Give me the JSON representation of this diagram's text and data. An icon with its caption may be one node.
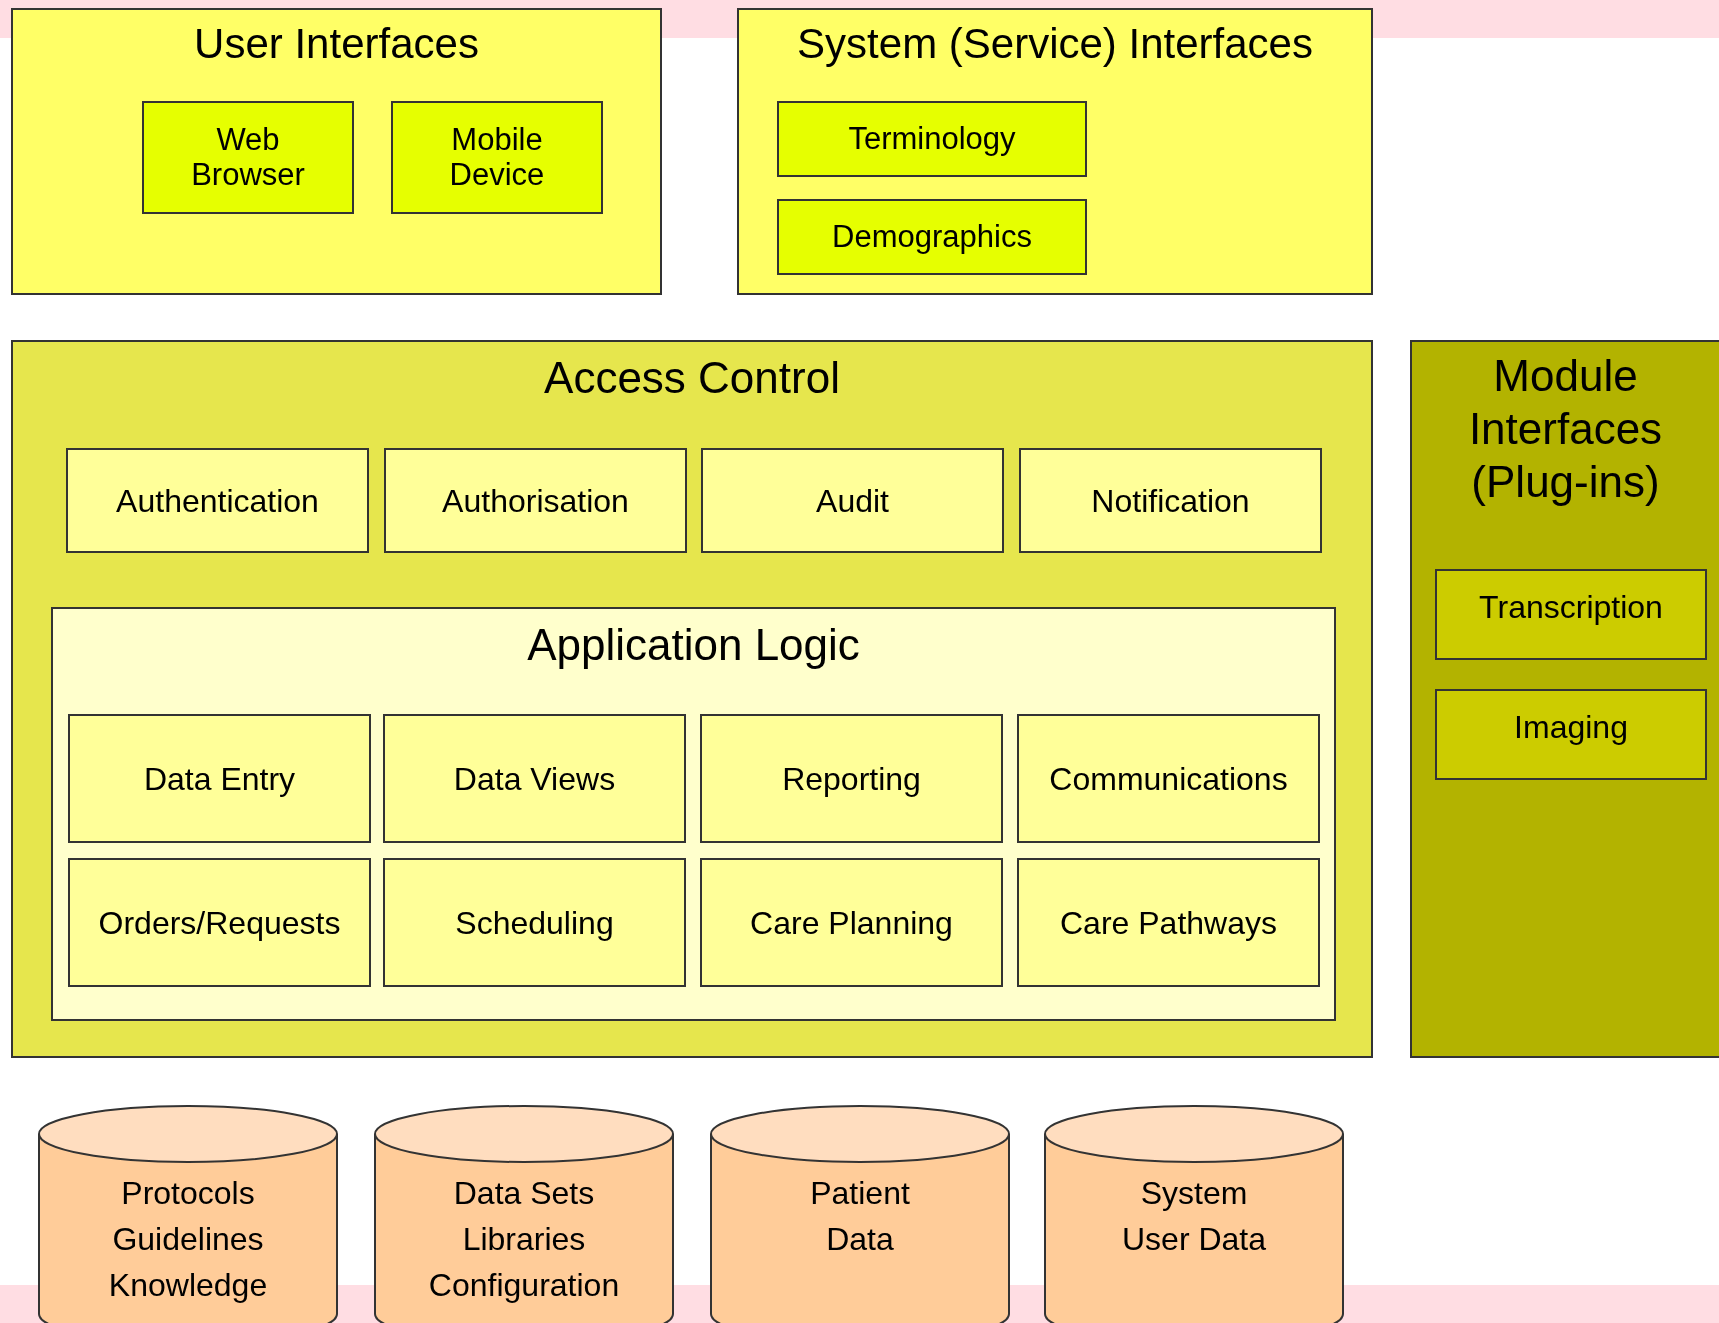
{
  "diagram": {
    "nodes": [
      {
        "text": [
          "User Interfaces"
        ]
      },
      {
        "text": [
          "Web Browser"
        ],
        "in": 0
      },
      {
        "text": [
          "Mobile Device"
        ],
        "in": 0
      },
      {
        "text": [
          "System (Service) Interfaces"
        ]
      },
      {
        "text": [
          "Terminology"
        ],
        "in": 3
      },
      {
        "text": [
          "Demographics"
        ],
        "in": 3
      },
      {
        "text": [
          "Access Control"
        ]
      },
      {
        "text": [
          "Authentication"
        ],
        "in": 6
      },
      {
        "text": [
          "Authorisation"
        ],
        "in": 6
      },
      {
        "text": [
          "Audit"
        ],
        "in": 6
      },
      {
        "text": [
          "Notification"
        ],
        "in": 6
      },
      {
        "text": [
          "Application Logic"
        ],
        "in": 6
      },
      {
        "text": [
          "Data Entry"
        ],
        "in": 11
      },
      {
        "text": [
          "Data Views"
        ],
        "in": 11
      },
      {
        "text": [
          "Reporting"
        ],
        "in": 11
      },
      {
        "text": [
          "Communications"
        ],
        "in": 11
      },
      {
        "text": [
          "Orders/Requests"
        ],
        "in": 11
      },
      {
        "text": [
          "Scheduling"
        ],
        "in": 11
      },
      {
        "text": [
          "Care Planning"
        ],
        "in": 11
      },
      {
        "text": [
          "Care Pathways"
        ],
        "in": 11
      },
      {
        "text": [
          "Module Interfaces (Plug-ins)"
        ]
      },
      {
        "text": [
          "Transcription"
        ],
        "in": 20
      },
      {
        "text": [
          "Imaging"
        ],
        "in": 20
      },
      {
        "text": [
          "Protocols",
          "Guidelines",
          "Knowledge"
        ]
      },
      {
        "text": [
          "Data Sets",
          "Libraries",
          "Configuration"
        ]
      },
      {
        "text": [
          "Patient",
          "Data"
        ]
      },
      {
        "text": [
          "System",
          "User Data"
        ]
      }
    ]
  }
}
